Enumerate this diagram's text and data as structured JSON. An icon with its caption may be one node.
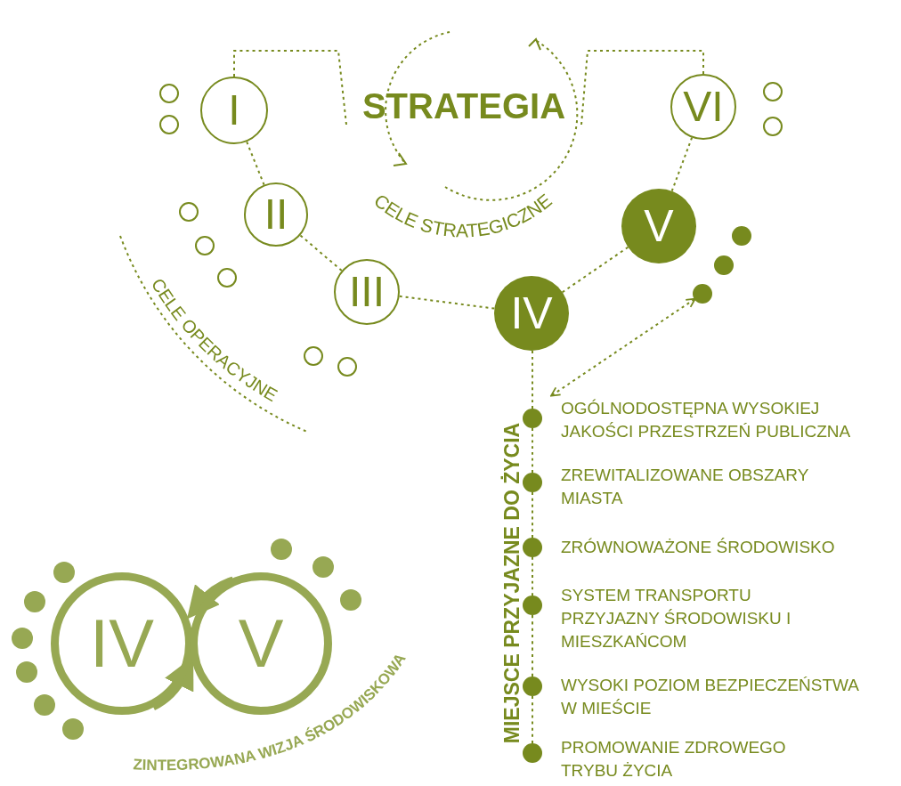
{
  "diagram": {
    "nodes": [
      {
        "text": [
          "I"
        ]
      },
      {
        "text": [
          "II"
        ]
      },
      {
        "text": [
          "III"
        ]
      },
      {
        "text": [
          "IV"
        ]
      },
      {
        "text": [
          "V"
        ]
      },
      {
        "text": [
          "VI"
        ]
      },
      {
        "text": [
          "STRATEGIA"
        ]
      },
      {
        "text": [],
        "shape": "circle"
      },
      {
        "text": [],
        "shape": "circle"
      },
      {
        "text": [],
        "shape": "circle"
      },
      {
        "text": [],
        "shape": "circle"
      },
      {
        "text": [],
        "shape": "circle"
      },
      {
        "text": [],
        "shape": "circle"
      },
      {
        "text": [],
        "shape": "circle"
      },
      {
        "text": [],
        "shape": "circle"
      },
      {
        "text": [],
        "shape": "circle"
      },
      {
        "text": [],
        "shape": "circle"
      },
      {
        "text": [],
        "shape": "circle"
      },
      {
        "text": [],
        "shape": "circle"
      },
      {
        "text": [
          "OGÓLNODOSTĘPNA WYSOKIEJ JAKOŚCI PRZESTRZEŃ PUBLICZNA"
        ]
      },
      {
        "text": [
          "ZREWITALIZOWANE OBSZARY MIASTA"
        ]
      },
      {
        "text": [
          "ZRÓWNOWAŻONE ŚRODOWISKO"
        ]
      },
      {
        "text": [
          "SYSTEM TRANSPORTU PRZYJAZNY ŚRODOWISKU I MIESZKAŃCOM"
        ]
      },
      {
        "text": [
          "WYSOKI POZIOM BEZPIECZEŃSTWA W MIEŚCIE"
        ]
      },
      {
        "text": [
          "PROMOWANIE ZDROWEGO TRYBU ŻYCIA"
        ]
      },
      {
        "text": [
          "IV"
        ]
      },
      {
        "text": [
          "V"
        ]
      },
      {
        "text": [],
        "shape": "circle"
      },
      {
        "text": [],
        "shape": "circle"
      },
      {
        "text": [],
        "shape": "circle"
      },
      {
        "text": [],
        "shape": "circle"
      },
      {
        "text": [],
        "shape": "circle"
      },
      {
        "text": [],
        "shape": "circle"
      },
      {
        "text": [],
        "shape": "circle"
      },
      {
        "text": [],
        "shape": "circle"
      },
      {
        "text": [],
        "shape": "circle"
      }
    ],
    "edges": [
      {
        "from": 0,
        "to": 1,
        "arrow": "none",
        "style": "dashed"
      },
      {
        "from": 1,
        "to": 2,
        "arrow": "none",
        "style": "dashed"
      },
      {
        "from": 2,
        "to": 3,
        "arrow": "none",
        "style": "dashed"
      },
      {
        "from": 3,
        "to": 4,
        "arrow": "none",
        "style": "dashed"
      },
      {
        "from": 4,
        "to": 5,
        "arrow": "none",
        "style": "dashed"
      },
      {
        "from": 0,
        "to": 6,
        "arrow": "none",
        "style": "dashed"
      },
      {
        "from": 5,
        "to": 6,
        "arrow": "none",
        "style": "dashed"
      },
      {
        "from": 18,
        "to": 19,
        "arrow": "both",
        "style": "dashed"
      },
      {
        "from": 3,
        "to": 19,
        "arrow": "none",
        "style": "dashed"
      },
      {
        "from": 19,
        "to": 20,
        "arrow": "none",
        "style": "dashed"
      },
      {
        "from": 20,
        "to": 21,
        "arrow": "none",
        "style": "dashed"
      },
      {
        "from": 21,
        "to": 22,
        "arrow": "none",
        "style": "dashed"
      },
      {
        "from": 22,
        "to": 23,
        "arrow": "none",
        "style": "dashed"
      },
      {
        "from": 23,
        "to": 24,
        "arrow": "none",
        "style": "dashed"
      },
      {
        "from": 25,
        "to": 26,
        "arrow": "to",
        "style": "thick",
        "color": "#97a853"
      },
      {
        "from": 26,
        "to": 25,
        "arrow": "to",
        "style": "thick",
        "color": "#97a853"
      }
    ],
    "labels": [
      "CELE STRATEGICZNE",
      "CELE OPERACYJNE",
      "MIEJSCE PRZYJAZNE DO ŻYCIA",
      "ZINTEGROWANA WIZJA ŚRODOWISKOWA"
    ]
  }
}
